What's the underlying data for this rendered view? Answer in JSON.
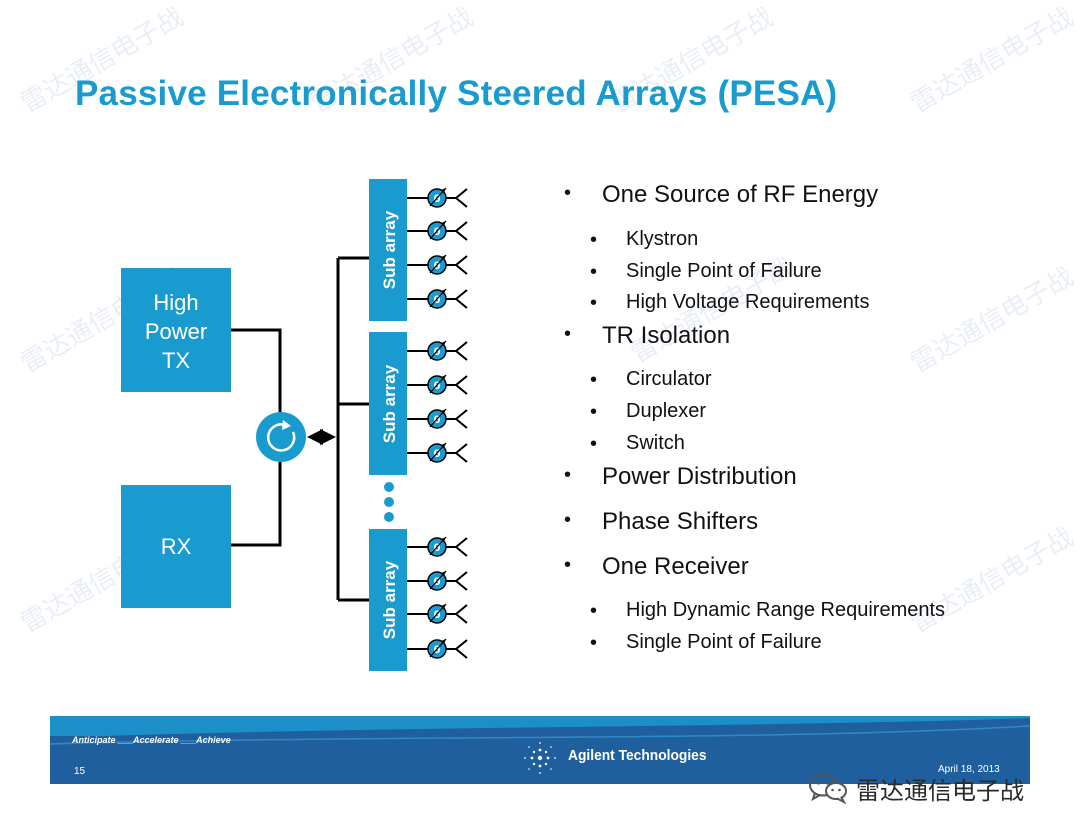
{
  "title": "Passive Electronically Steered Arrays  (PESA)",
  "diagram": {
    "tx_label_lines": [
      "High",
      "Power",
      "TX"
    ],
    "rx_label": "RX",
    "subarray_label": "Sub array",
    "phase_symbol": "θ",
    "colors": {
      "block": "#1a9bd0",
      "line": "#000000"
    }
  },
  "bullets": [
    {
      "text": "One Source of RF Energy",
      "sub": [
        "Klystron",
        "Single Point of Failure",
        "High Voltage Requirements"
      ]
    },
    {
      "text": "TR Isolation",
      "sub": [
        "Circulator",
        "Duplexer",
        "Switch"
      ]
    },
    {
      "text": "Power Distribution",
      "sub": []
    },
    {
      "text": "Phase Shifters",
      "sub": []
    },
    {
      "text": "One Receiver",
      "sub": [
        "High Dynamic Range Requirements",
        "Single Point of Failure"
      ]
    }
  ],
  "footer": {
    "tagline": "Anticipate ___Accelerate ___Achieve",
    "page_number": "15",
    "brand": "Agilent Technologies",
    "date": "April 18, 2013"
  },
  "watermark": {
    "text": "雷达通信电子战",
    "icon": "wechat-icon"
  }
}
